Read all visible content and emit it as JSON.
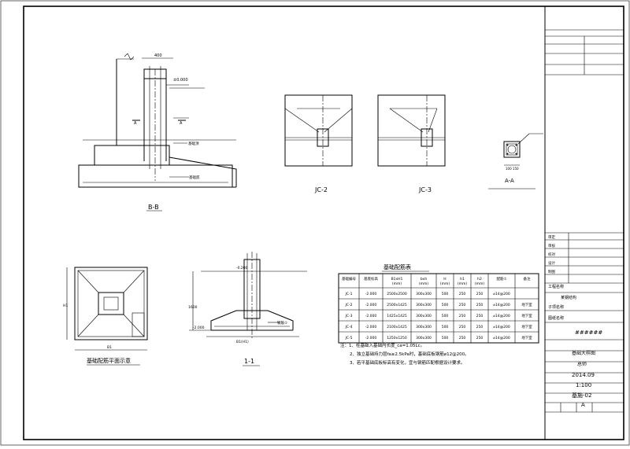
{
  "views": {
    "bb_label": "B-B",
    "jc2_label": "JC-2",
    "jc3_label": "JC-3",
    "aa_label": "A-A",
    "plan_label": "基础配筋平面示意",
    "section_label": "1-1"
  },
  "table": {
    "title": "基础配筋表",
    "headers": [
      "基础编号",
      "基底标高",
      "B1xH1\n(mm)",
      "bxh\n(mm)",
      "H\n(mm)",
      "h1\n(mm)",
      "h2\n(mm)",
      "配筋①",
      "备注"
    ],
    "rows": [
      [
        "JC-1",
        "-2.000",
        "2500x2500",
        "300x300",
        "500",
        "250",
        "250",
        "⌀14@200",
        ""
      ],
      [
        "JC-2",
        "-2.000",
        "2500x1425",
        "300x300",
        "500",
        "250",
        "250",
        "⌀14@200",
        "地下室"
      ],
      [
        "JC-3",
        "-2.000",
        "1425x1425",
        "300x300",
        "500",
        "250",
        "250",
        "⌀14@200",
        "地下室"
      ],
      [
        "JC-4",
        "-2.000",
        "2100x1425",
        "300x300",
        "500",
        "250",
        "250",
        "⌀14@200",
        "地下室"
      ],
      [
        "JC-5",
        "-2.000",
        "1250x1250",
        "300x300",
        "500",
        "250",
        "250",
        "⌀14@200",
        "地下室"
      ]
    ]
  },
  "notes": [
    "注：1、柱基础入基础内长度_ca=1.05Lc。",
    "2、独立基础持力层fa≥2.5kPa时，基础底板钢筋⌀12@200。",
    "3、若平基础底板标高有变化，宜与钢筋匹配根据设计要求。"
  ],
  "title_block": {
    "project_name": "某钢结构",
    "drawing_title": "基础大样图",
    "content_mark": "######",
    "designer": "总师",
    "date": "2014.09",
    "scale": "1:100",
    "drawing_no": "基施-02",
    "version": "A",
    "rows_left": [
      "审定",
      "审核",
      "校对",
      "设计",
      "制图"
    ],
    "label_company": "工程名称",
    "label_item": "子项名称",
    "label_content": "图纸名称"
  }
}
